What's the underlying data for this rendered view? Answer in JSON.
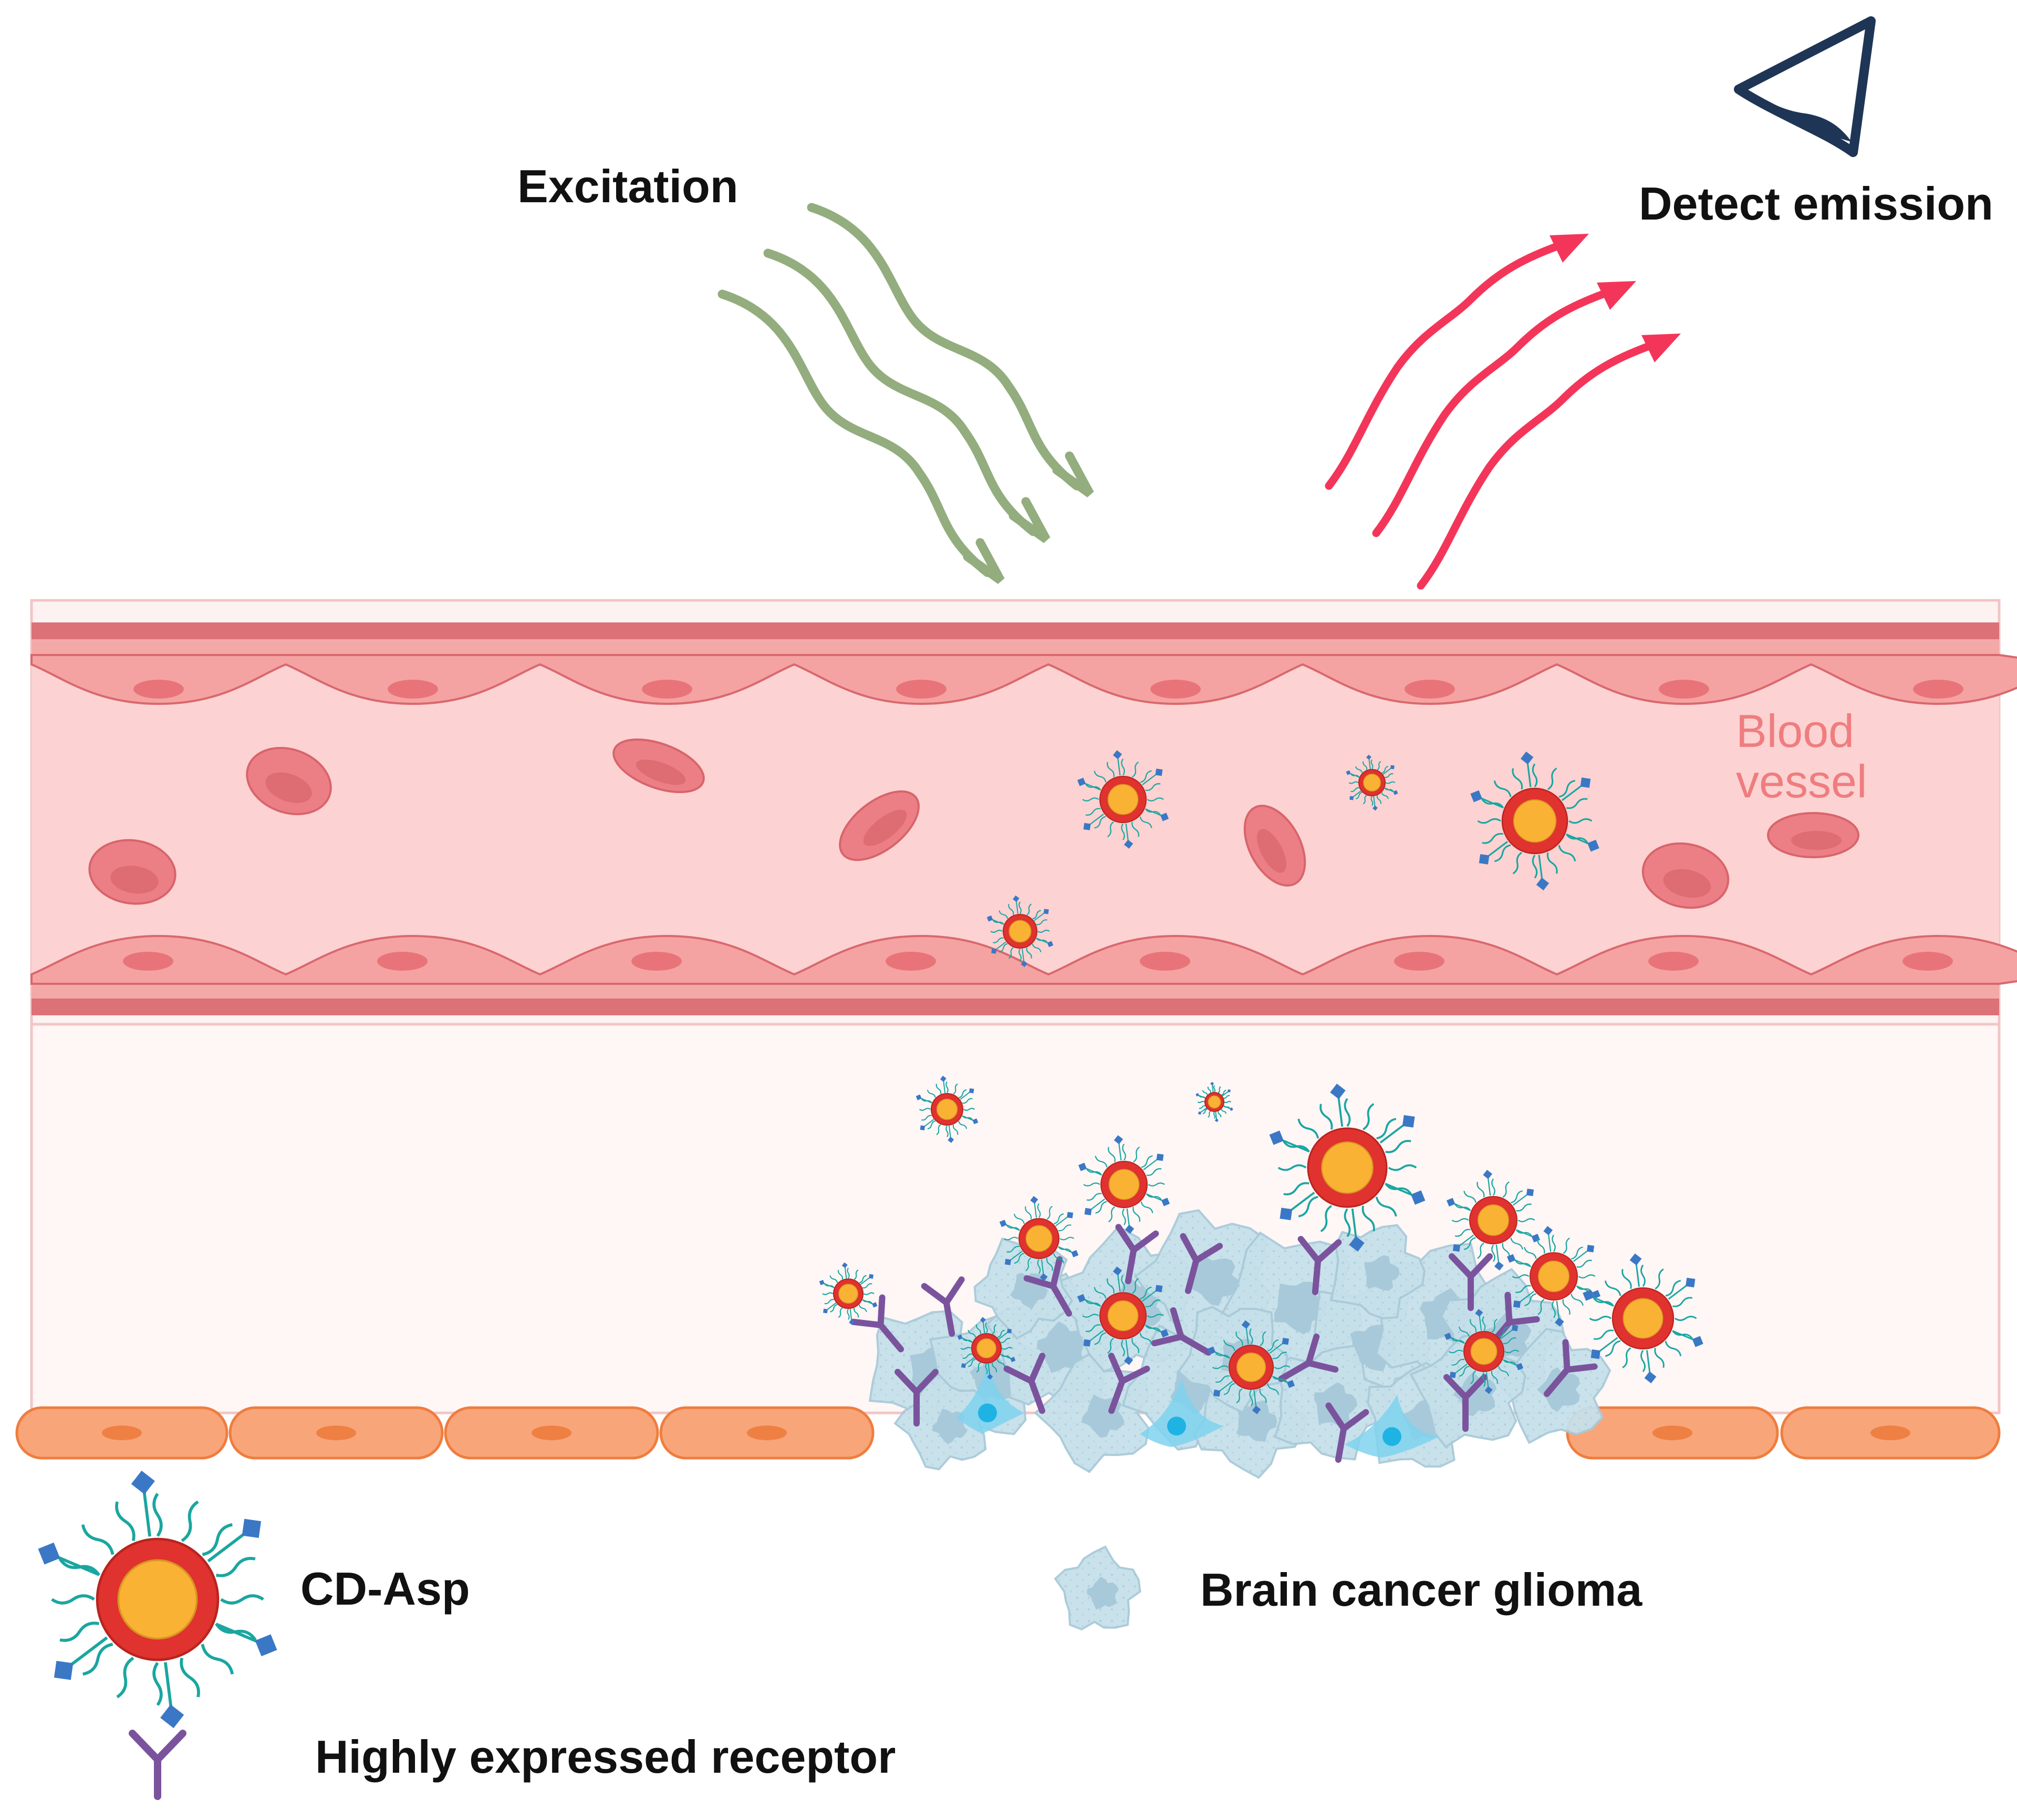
{
  "labels": {
    "excitation": "Excitation",
    "detect_emission": "Detect emission",
    "blood_vessel_line1": "Blood",
    "blood_vessel_line2": "vessel"
  },
  "legend": {
    "nanoparticle": "CD-Asp",
    "glioma": "Brain cancer glioma",
    "receptor": "Highly expressed receptor"
  },
  "colors": {
    "excitation_wave": "#93ad7e",
    "emission_wave": "#f4355a",
    "vessel_wall_outer": "#dc7177",
    "vessel_wall_light": "#f3a9a8",
    "endothelial": "#f4a3a2",
    "endothelial_nucleus": "#e87479",
    "vessel_lumen": "#fcd2d2",
    "rbc": "#ec7f85",
    "rbc_inner": "#c95960",
    "tissue": "#fff6f6",
    "tissue_border": "#f1c2c2",
    "brain_cell": "#f8a57a",
    "brain_cell_border": "#ef7d3e",
    "brain_cell_nucleus": "#ef8043",
    "nanoparticle_core": "#f9b233",
    "nanoparticle_shell": "#e0322e",
    "ligand_chain": "#1aa6a0",
    "ligand_head": "#3a78c6",
    "glioma_cell": "#c6e0ea",
    "glioma_nucleus": "#a7c9d9",
    "astrocyte": "#7fd2ef",
    "receptor": "#7b539d",
    "eye": "#1e3556",
    "label_text": "#111111",
    "vessel_label_text": "#ef7d7f"
  },
  "icons": [
    "eye-icon",
    "nanoparticle-icon",
    "glioma-cell-icon",
    "receptor-icon"
  ]
}
